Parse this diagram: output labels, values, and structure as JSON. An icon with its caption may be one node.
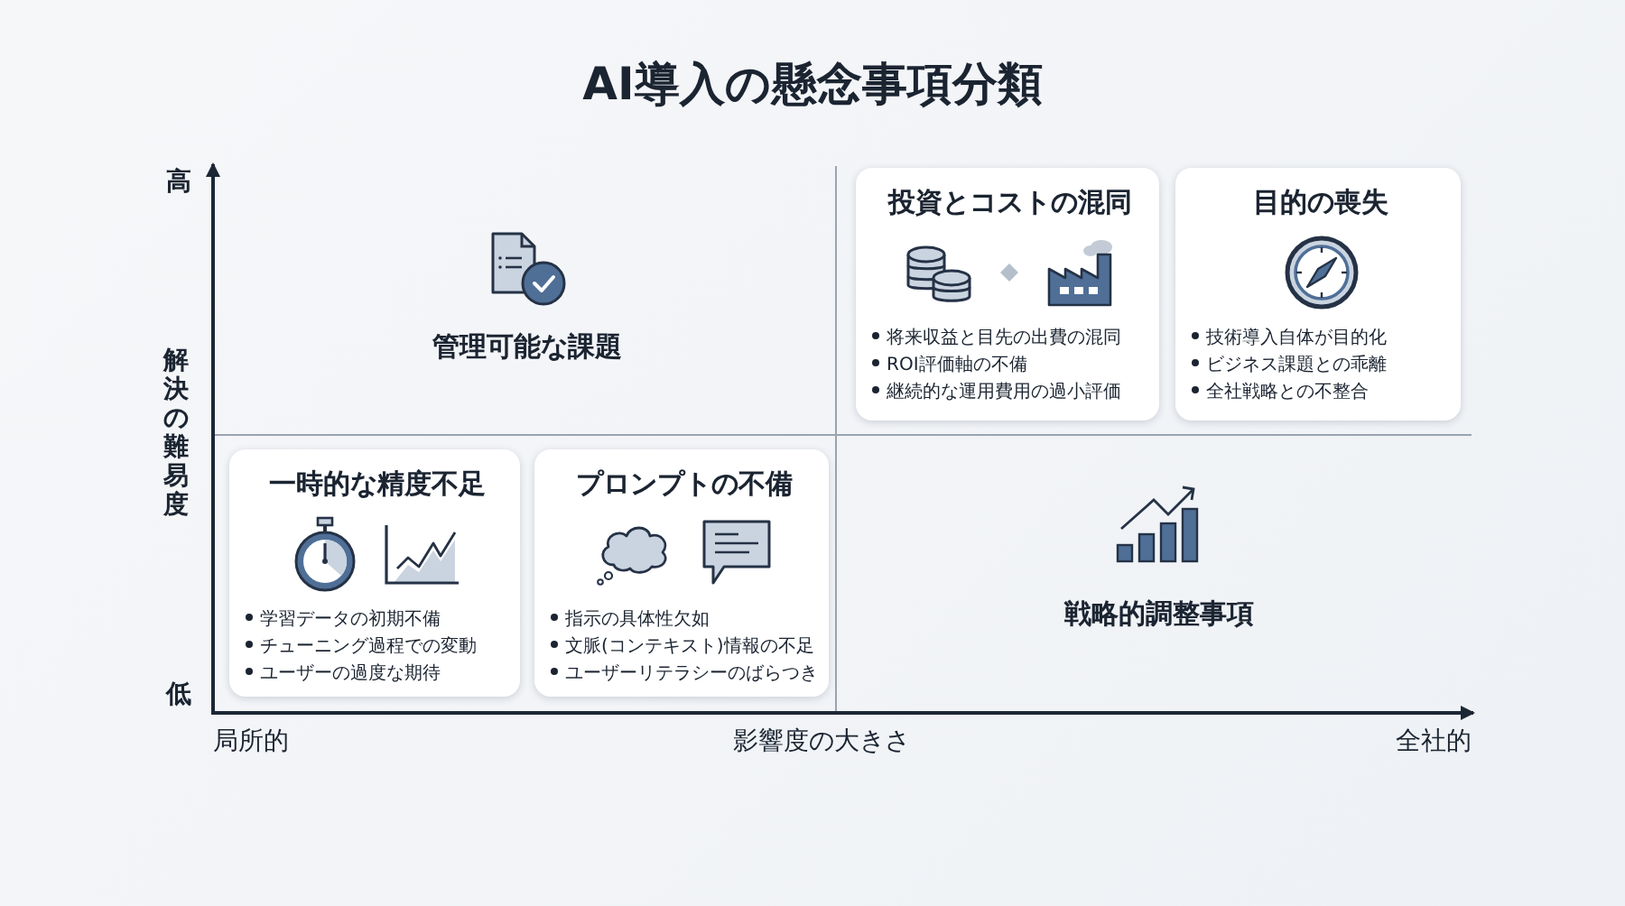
{
  "diagram": {
    "title": "AI導入の懸念事項分類",
    "nodes": [
      {
        "text": [
          "投資とコストの混同",
          "将来収益と目先の出費の混同",
          "ROI評価軸の不備",
          "継続的な運用費用の過小評価"
        ]
      },
      {
        "text": [
          "目的の喪失",
          "技術導入自体が目的化",
          "ビジネス課題との乖離",
          "全社戦略との不整合"
        ]
      },
      {
        "text": [
          "一時的な精度不足",
          "学習データの初期不備",
          "チューニング過程での変動",
          "ユーザーの過度な期待"
        ]
      },
      {
        "text": [
          "プロンプトの不備",
          "指示の具体性欠如",
          "文脈(コンテキスト)情報の不足",
          "ユーザーリテラシーのばらつき"
        ]
      }
    ],
    "labels": [
      "高",
      "管理可能な課題",
      "解決の難易度",
      "戦略的調整事項",
      "低",
      "局所的",
      "影響度の大きさ",
      "全社的"
    ]
  }
}
